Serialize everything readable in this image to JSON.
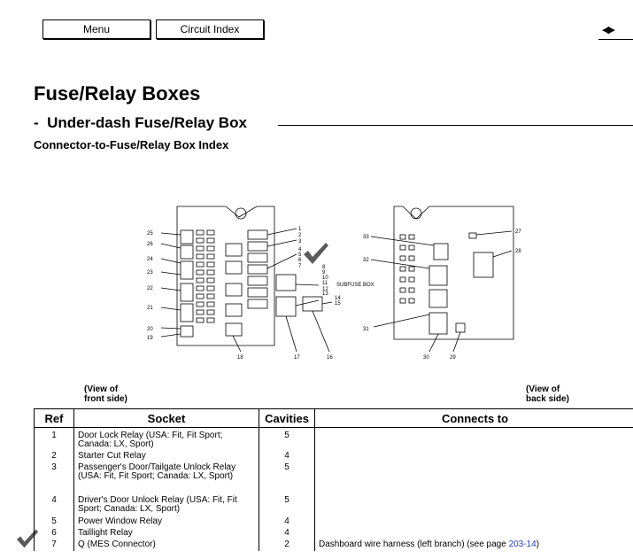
{
  "toolbar": {
    "menu_label": "Menu",
    "circuit_index_label": "Circuit Index",
    "nav_glyph": "◀▶"
  },
  "title": "Fuse/Relay Boxes",
  "subtitle_dash": "-",
  "subtitle": "Under-dash Fuse/Relay Box",
  "section_title": "Connector-to-Fuse/Relay Box Index",
  "diagram": {
    "front_labels_left": [
      "25",
      "26",
      "24",
      "23",
      "22",
      "21",
      "20",
      "19"
    ],
    "front_labels_right": [
      "1",
      "2",
      "3",
      "4",
      "5",
      "6",
      "7",
      "8",
      "9",
      "10",
      "11",
      "12",
      "13",
      "14",
      "15"
    ],
    "front_labels_bottom": [
      "18",
      "17",
      "16"
    ],
    "subfuse_label": "SUBFUSE BOX",
    "back_labels": [
      "33",
      "32",
      "31",
      "27",
      "28",
      "30",
      "29"
    ]
  },
  "view_front": [
    "(View of",
    "front side)"
  ],
  "view_back": [
    "(View of",
    "back side)"
  ],
  "table": {
    "headers": {
      "ref": "Ref",
      "socket": "Socket",
      "cavities": "Cavities",
      "connects": "Connects to"
    },
    "rows": [
      {
        "ref": "1",
        "socket": "Door Lock Relay (USA: Fit, Fit Sport; Canada: LX, Sport)",
        "cavities": "5",
        "connects": ""
      },
      {
        "ref": "2",
        "socket": "Starter Cut Relay",
        "cavities": "4",
        "connects": ""
      },
      {
        "ref": "3",
        "socket": "Passenger's Door/Tailgate Unlock Relay (USA: Fit, Fit Sport; Canada: LX, Sport)",
        "cavities": "5",
        "connects": ""
      },
      {
        "ref": "4",
        "socket": "Driver's Door Unlock Relay (USA: Fit, Fit Sport; Canada: LX, Sport)",
        "cavities": "5",
        "connects": ""
      },
      {
        "ref": "5",
        "socket": "Power Window Relay",
        "cavities": "4",
        "connects": ""
      },
      {
        "ref": "6",
        "socket": "Taillight Relay",
        "cavities": "4",
        "connects": ""
      },
      {
        "ref": "7",
        "socket": "Q (MES Connector)",
        "cavities": "2",
        "connects": "Dashboard wire harness (left branch) (see page",
        "link": "203-14",
        "connects_end": ")"
      }
    ]
  }
}
